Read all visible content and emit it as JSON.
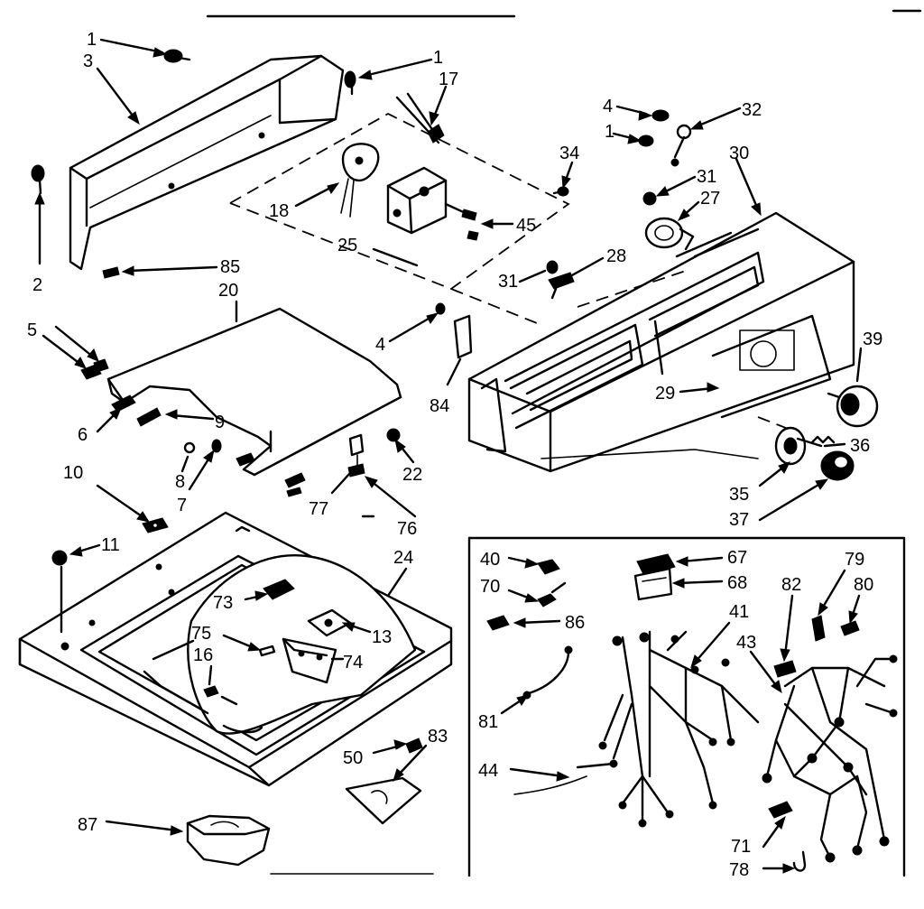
{
  "callouts": [
    {
      "id": "c1a",
      "text": "1"
    },
    {
      "id": "c3",
      "text": "3"
    },
    {
      "id": "c1b",
      "text": "1"
    },
    {
      "id": "c17",
      "text": "17"
    },
    {
      "id": "c2",
      "text": "2"
    },
    {
      "id": "c85",
      "text": "85"
    },
    {
      "id": "c20",
      "text": "20"
    },
    {
      "id": "c18",
      "text": "18"
    },
    {
      "id": "c25",
      "text": "25"
    },
    {
      "id": "c45",
      "text": "45"
    },
    {
      "id": "c34",
      "text": "34"
    },
    {
      "id": "c4a",
      "text": "4"
    },
    {
      "id": "c1c",
      "text": "1"
    },
    {
      "id": "c32",
      "text": "32"
    },
    {
      "id": "c30",
      "text": "30"
    },
    {
      "id": "c31a",
      "text": "31"
    },
    {
      "id": "c27",
      "text": "27"
    },
    {
      "id": "c28",
      "text": "28"
    },
    {
      "id": "c31b",
      "text": "31"
    },
    {
      "id": "c4b",
      "text": "4"
    },
    {
      "id": "c84",
      "text": "84"
    },
    {
      "id": "c39",
      "text": "39"
    },
    {
      "id": "c29",
      "text": "29"
    },
    {
      "id": "c36",
      "text": "36"
    },
    {
      "id": "c35",
      "text": "35"
    },
    {
      "id": "c37",
      "text": "37"
    },
    {
      "id": "c5",
      "text": "5"
    },
    {
      "id": "c6",
      "text": "6"
    },
    {
      "id": "c9",
      "text": "9"
    },
    {
      "id": "c8",
      "text": "8"
    },
    {
      "id": "c7",
      "text": "7"
    },
    {
      "id": "c22",
      "text": "22"
    },
    {
      "id": "c77",
      "text": "77"
    },
    {
      "id": "c76",
      "text": "76"
    },
    {
      "id": "c10",
      "text": "10"
    },
    {
      "id": "c11",
      "text": "11"
    },
    {
      "id": "c24",
      "text": "24"
    },
    {
      "id": "c73",
      "text": "73"
    },
    {
      "id": "c13",
      "text": "13"
    },
    {
      "id": "c75",
      "text": "75"
    },
    {
      "id": "c16",
      "text": "16"
    },
    {
      "id": "c74",
      "text": "74"
    },
    {
      "id": "c50",
      "text": "50"
    },
    {
      "id": "c83",
      "text": "83"
    },
    {
      "id": "c87",
      "text": "87"
    },
    {
      "id": "c40",
      "text": "40"
    },
    {
      "id": "c67",
      "text": "67"
    },
    {
      "id": "c68",
      "text": "68"
    },
    {
      "id": "c70",
      "text": "70"
    },
    {
      "id": "c86",
      "text": "86"
    },
    {
      "id": "c79",
      "text": "79"
    },
    {
      "id": "c82",
      "text": "82"
    },
    {
      "id": "c80",
      "text": "80"
    },
    {
      "id": "c41",
      "text": "41"
    },
    {
      "id": "c43",
      "text": "43"
    },
    {
      "id": "c81",
      "text": "81"
    },
    {
      "id": "c44",
      "text": "44"
    },
    {
      "id": "c71",
      "text": "71"
    },
    {
      "id": "c78",
      "text": "78"
    }
  ]
}
